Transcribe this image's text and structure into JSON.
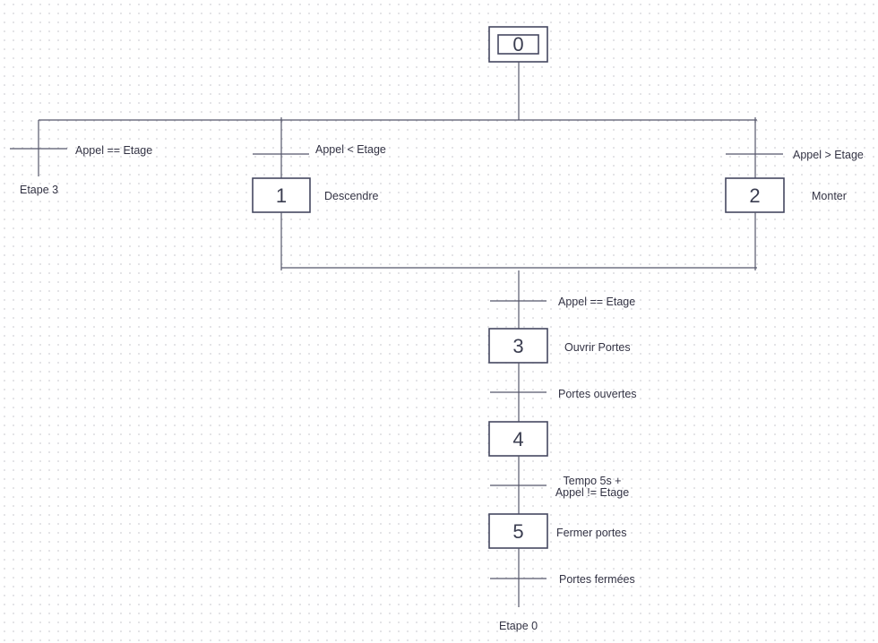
{
  "steps": {
    "s0": "0",
    "s1": "1",
    "s2": "2",
    "s3": "3",
    "s4": "4",
    "s5": "5"
  },
  "actions": {
    "s1": "Descendre",
    "s2": "Monter",
    "s3": "Ouvrir Portes",
    "s5": "Fermer portes"
  },
  "transitions": {
    "left": "Appel == Etage",
    "t01": "Appel < Etage",
    "t02": "Appel > Etage",
    "t3": "Appel == Etage",
    "t34": "Portes ouvertes",
    "t45_line1": "Tempo 5s +",
    "t45_line2": "Appel != Etage",
    "t50": "Portes fermées"
  },
  "jumps": {
    "left": "Etape 3",
    "bottom": "Etape 0"
  }
}
